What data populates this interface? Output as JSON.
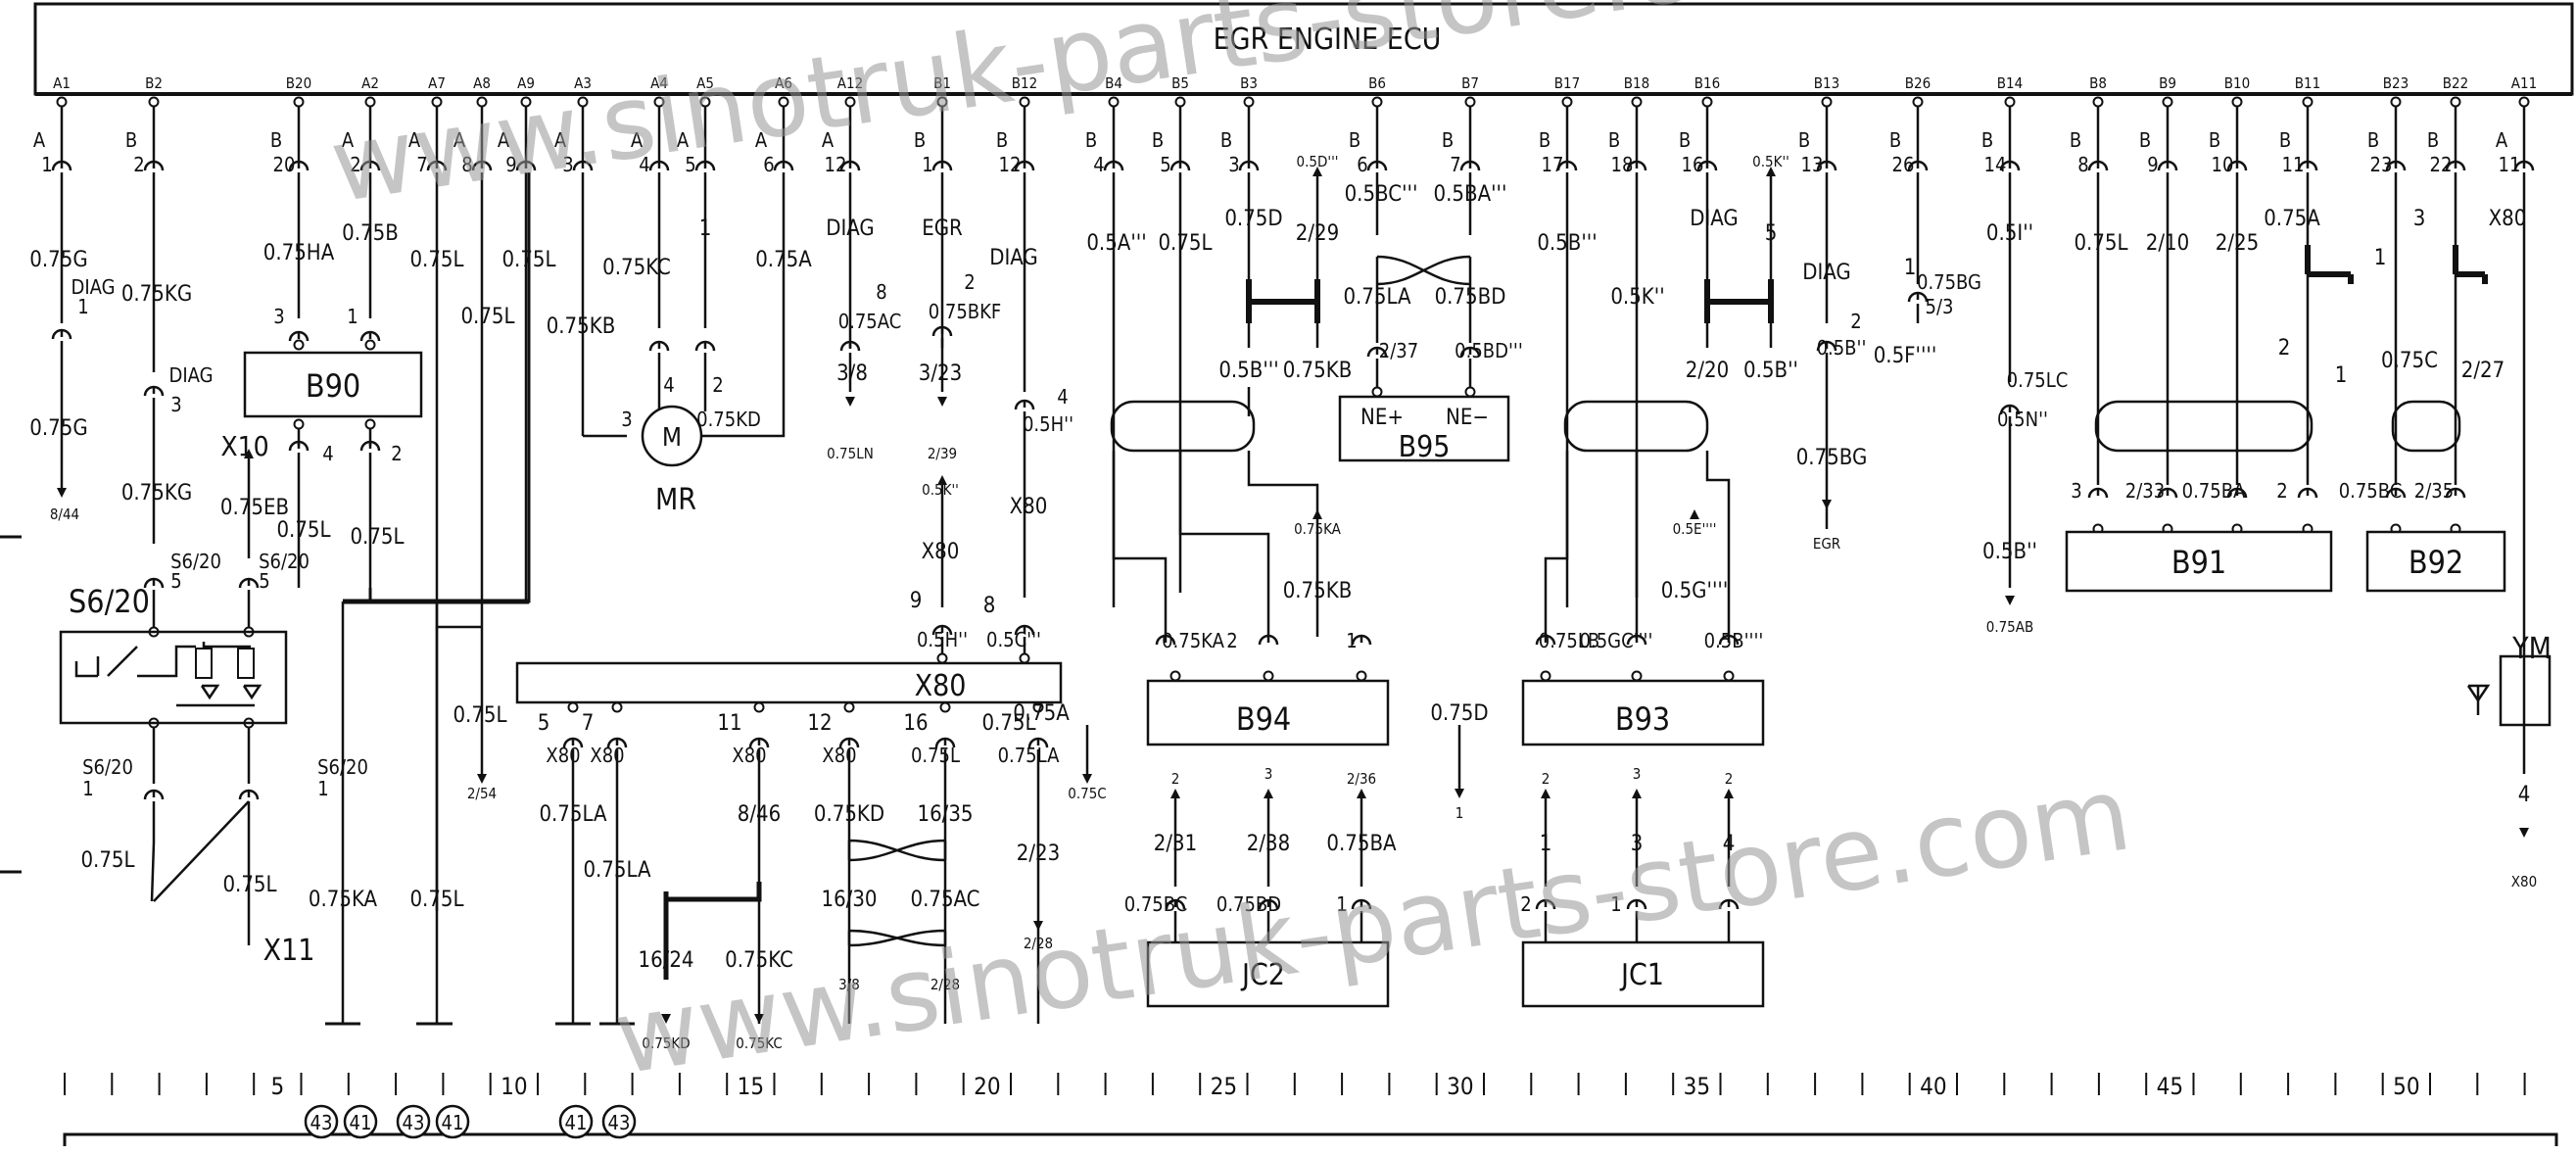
{
  "ecu": {
    "title": "EGR ENGINE ECU",
    "pins": [
      {
        "pin": "A1",
        "wire": "A",
        "num": "1"
      },
      {
        "pin": "B2",
        "wire": "B",
        "num": "2"
      },
      {
        "pin": "B20",
        "wire": "B",
        "num": "20"
      },
      {
        "pin": "A2",
        "wire": "A",
        "num": "2"
      },
      {
        "pin": "A7",
        "wire": "A",
        "num": "7"
      },
      {
        "pin": "A8",
        "wire": "A",
        "num": "8"
      },
      {
        "pin": "A9",
        "wire": "A",
        "num": "9"
      },
      {
        "pin": "A3",
        "wire": "A",
        "num": "3"
      },
      {
        "pin": "A4",
        "wire": "A",
        "num": "4"
      },
      {
        "pin": "A5",
        "wire": "A",
        "num": "5"
      },
      {
        "pin": "A6",
        "wire": "A",
        "num": "6"
      },
      {
        "pin": "A12",
        "wire": "A",
        "num": "12"
      },
      {
        "pin": "B1",
        "wire": "B",
        "num": "1"
      },
      {
        "pin": "B12",
        "wire": "B",
        "num": "12"
      },
      {
        "pin": "B4",
        "wire": "B",
        "num": "4"
      },
      {
        "pin": "B5",
        "wire": "B",
        "num": "5"
      },
      {
        "pin": "B3",
        "wire": "B",
        "num": "3"
      },
      {
        "pin": "B6",
        "wire": "B",
        "num": "6"
      },
      {
        "pin": "B7",
        "wire": "B",
        "num": "7"
      },
      {
        "pin": "B17",
        "wire": "B",
        "num": "17"
      },
      {
        "pin": "B18",
        "wire": "B",
        "num": "18"
      },
      {
        "pin": "B16",
        "wire": "B",
        "num": "16"
      },
      {
        "pin": "B13",
        "wire": "B",
        "num": "13"
      },
      {
        "pin": "B26",
        "wire": "B",
        "num": "26"
      },
      {
        "pin": "B14",
        "wire": "B",
        "num": "14"
      },
      {
        "pin": "B8",
        "wire": "B",
        "num": "8"
      },
      {
        "pin": "B9",
        "wire": "B",
        "num": "9"
      },
      {
        "pin": "B10",
        "wire": "B",
        "num": "10"
      },
      {
        "pin": "B11",
        "wire": "B",
        "num": "11"
      },
      {
        "pin": "B23",
        "wire": "B",
        "num": "23"
      },
      {
        "pin": "B22",
        "wire": "B",
        "num": "22"
      },
      {
        "pin": "A11",
        "wire": "A",
        "num": "11"
      }
    ]
  },
  "components": {
    "B90": "B90",
    "B91": "B91",
    "B92": "B92",
    "B93": "B93",
    "B94": "B94",
    "B95": "B95",
    "X80": "X80",
    "JC1": "JC1",
    "JC2": "JC2",
    "MR": "MR",
    "M": "M",
    "YM": "YM",
    "S6_20": "S6/20",
    "X10": "X10",
    "X11": "X11",
    "NE_plus": "NE+",
    "NE_minus": "NE−"
  },
  "wire_labels": [
    "0.75G",
    "DIAG",
    "1",
    "0.75G",
    "8/44",
    "0.75KG",
    "DIAG",
    "3",
    "0.75KG",
    "0.75EB",
    "S6/20",
    "5",
    "S6/20",
    "5",
    "S6/20",
    "1",
    "S6/20",
    "1",
    "0.75L",
    "0.75L",
    "0.75HA",
    "3",
    "0.75B",
    "1",
    "4",
    "2",
    "0.75L",
    "0.75L",
    "0.75L",
    "0.75L",
    "0.75L",
    "2/54",
    "0.75L",
    "0.75L",
    "0.75KA",
    "0.75KB",
    "0.75KC",
    "1",
    "4",
    "2",
    "3",
    "0.75KD",
    "0.75A",
    "DIAG",
    "8",
    "0.75AC",
    "3/8",
    "0.75LN",
    "EGR",
    "2",
    "0.75BKF",
    "3/23",
    "2/39",
    "0.5K''",
    "X80",
    "9",
    "0.5H''",
    "DIAG",
    "4",
    "0.5H''",
    "X80",
    "8",
    "0.5C'''",
    "0.5A'''",
    "0.75L",
    "0.75D",
    "2/29",
    "0.5D'''",
    "0.5B'''",
    "0.75KB",
    "0.75KA",
    "0.75KB",
    "0.75KA",
    "2",
    "1",
    "0.5BC'''",
    "0.5BA'''",
    "0.75LA",
    "0.75BD",
    "2/37",
    "0.5BD'''",
    "0.5B'''",
    "0.5K''",
    "DIAG",
    "5",
    "0.5K''",
    "2/20",
    "0.5B''",
    "DIAG",
    "2",
    "0.5B''",
    "0.75BG",
    "EGR",
    "1",
    "0.75BG",
    "5/3",
    "0.5F''''",
    "0.5E''''",
    "0.5G''''",
    "0.75LB",
    "0.5GC''''",
    "0.5B''''",
    "0.5I''",
    "0.75LC",
    "0.5N''",
    "0.5B''",
    "0.75AB",
    "0.75L",
    "2/10",
    "2/25",
    "0.75A",
    "2",
    "1",
    "3",
    "2/33",
    "0.75BA",
    "2",
    "1",
    "3",
    "0.75C",
    "2/27",
    "0.75BC",
    "2/35",
    "X80",
    "4",
    "X80",
    "5",
    "X80",
    "7",
    "X80",
    "11",
    "X80",
    "12",
    "X80",
    "16",
    "0.75L",
    "0.75L",
    "0.75LA",
    "0.75LA",
    "0.75LA",
    "8/46",
    "16/24",
    "0.75KC",
    "0.75KD",
    "0.75KC",
    "0.75KD",
    "16/35",
    "16/30",
    "0.75AC",
    "3/8",
    "2/28",
    "2/23",
    "2/28",
    "0.75A",
    "0.75C",
    "0.75D",
    "1",
    "2",
    "3",
    "2/36",
    "2/31",
    "2/38",
    "0.75BA",
    "0.75BC",
    "0.75BD",
    "1",
    "2",
    "3",
    "2",
    "1",
    "3",
    "4",
    "2",
    "1"
  ],
  "ruler": {
    "ticks": [
      "5",
      "10",
      "15",
      "20",
      "25",
      "30",
      "35",
      "40",
      "45",
      "50"
    ],
    "grounds": [
      "43",
      "41",
      "43",
      "41",
      "41",
      "43"
    ]
  },
  "watermarks": [
    "www.sinotruk-parts-store.com",
    "www.sinotruk-parts-store.com"
  ]
}
